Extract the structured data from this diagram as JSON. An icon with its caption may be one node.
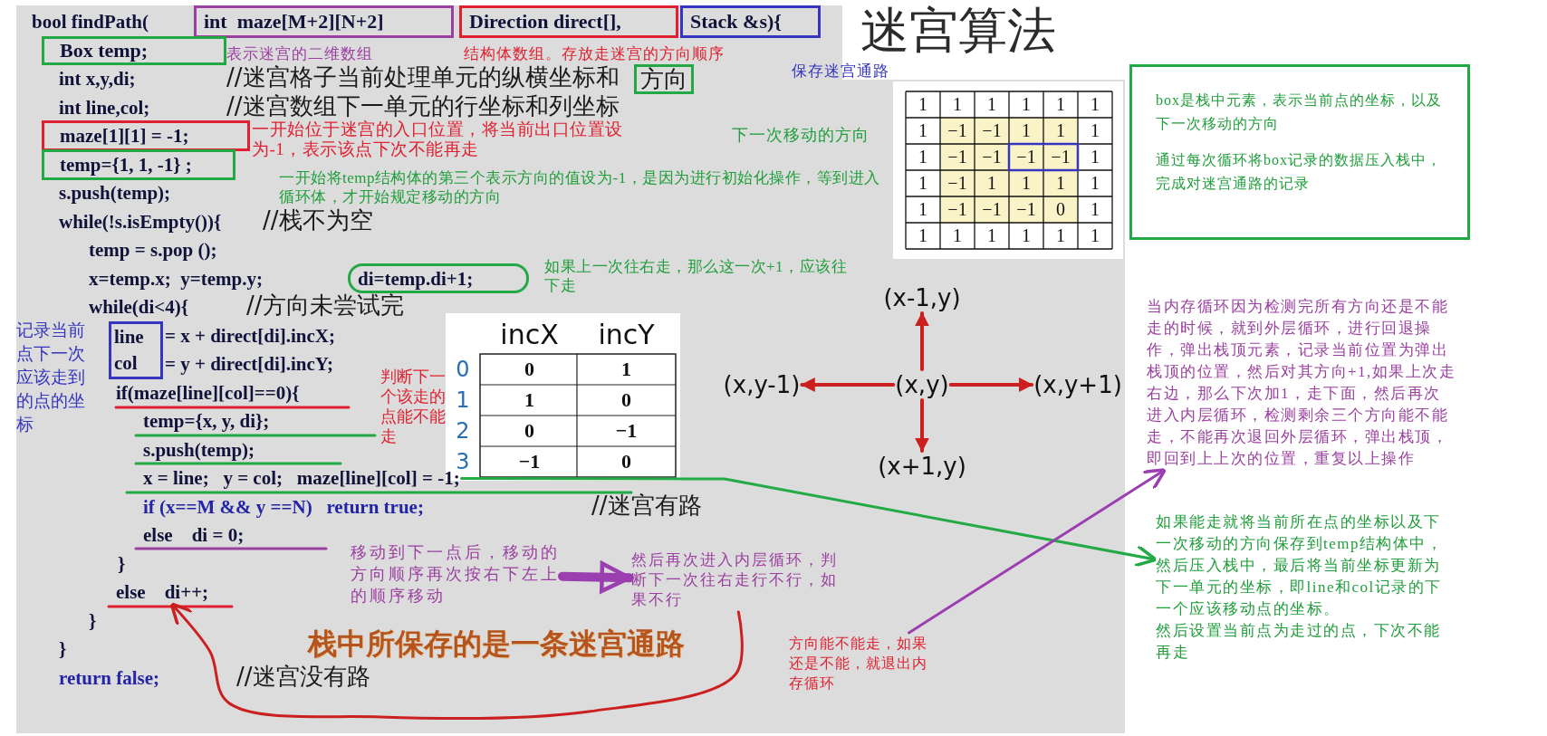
{
  "diagram": {
    "title": "迷宫算法",
    "nodes": [
      {
        "text": [
          "int  maze[M+2][N+2]"
        ]
      },
      {
        "text": [
          "Direction direct[],"
        ]
      },
      {
        "text": [
          "Stack &s){"
        ]
      },
      {
        "text": [
          "Box temp;"
        ]
      },
      {
        "text": [
          "方向"
        ]
      },
      {
        "text": [
          "maze[1][1] = -1;"
        ]
      },
      {
        "text": [
          "temp={1, 1, -1} ;"
        ]
      },
      {
        "text": [
          "di=temp.di+1;"
        ]
      },
      {
        "text": [
          "line",
          "col"
        ]
      },
      {
        "text": [
          "box是栈中元素，表示当前点的坐标，以及下一次移动的方向",
          "通过每次循环将box记录的数据压入栈中，完成对迷宫通路的记录"
        ]
      },
      {
        "text": [
          "x = line;   y = col;   maze[line][col] = -1;"
        ]
      },
      {
        "text": [
          "else    di++;"
        ]
      },
      {
        "text": [
          "移动到下一点后，移动的方向顺序再次按右下左上的顺序移动"
        ]
      },
      {
        "text": [
          "然后再次进入内层循环，判断下一次往右走行不行，如果不行"
        ]
      },
      {
        "text": [
          "方向能不能走，如果还是不能，就退出内存循环"
        ]
      },
      {
        "text": [
          "当内存循环因为检测完所有方向还是不能走的时候，就到外层循环，进行回退操作，弹出栈顶元素，记录当前位置为弹出栈顶的位置，然后对其方向+1,如果上次走右边，那么下次加1，走下面，然后再次进入内层循环，检测剩余三个方向能不能走，不能再次退回外层循环，弹出栈顶，即回到上上次的位置，重复以上操作"
        ]
      },
      {
        "text": [
          "如果能走就将当前所在点的坐标以及下一次移动的方向保存到temp结构体中，然后压入栈中，最后将当前坐标更新为下一单元的坐标，即line和col记录的下一个应该移动点的坐标。",
          "然后设置当前点为走过的点，下次不能再走"
        ]
      },
      {
        "text": [
          "(x,y)"
        ]
      },
      {
        "text": [
          "(x-1,y)"
        ]
      },
      {
        "text": [
          "(x,y-1)"
        ]
      },
      {
        "text": [
          "(x,y+1)"
        ]
      },
      {
        "text": [
          "(x+1,y)"
        ]
      }
    ],
    "edges": [
      {
        "from": 10,
        "to": 16,
        "arrow": "to",
        "color": "#22aa44"
      },
      {
        "from": 14,
        "to": 15,
        "arrow": "to",
        "color": "#9b3fb0"
      },
      {
        "from": 13,
        "to": 11,
        "arrow": "to"
      },
      {
        "from": 12,
        "to": 13,
        "arrow": "to",
        "style": "thick",
        "color": "#9b3fb0"
      },
      {
        "from": 17,
        "to": 18,
        "arrow": "to"
      },
      {
        "from": 17,
        "to": 19,
        "arrow": "to"
      },
      {
        "from": 17,
        "to": 20,
        "arrow": "to"
      },
      {
        "from": 17,
        "to": 21,
        "arrow": "to"
      }
    ],
    "labels": [
      "bool findPath(",
      "表示迷宫的二维数组",
      "结构体数组。存放走迷宫的方向顺序",
      "保存迷宫通路",
      "int x,y,di;",
      "//迷宫格子当前处理单元的纵横坐标和",
      "int line,col;",
      "//迷宫数组下一单元的行坐标和列坐标",
      "一开始位于迷宫的入口位置，将当前出口位置设为-1，表示该点下次不能再走",
      "下一次移动的方向",
      "一开始将temp结构体的第三个表示方向的值设为-1，是因为进行初始化操作，等到进入循环体，才开始规定移动的方向",
      "s.push(temp);",
      "while(!s.isEmpty()){",
      "//栈不为空",
      "temp = s.pop ();",
      "x=temp.x;  y=temp.y;",
      "如果上一次往右走，那么这一次+1，应该往下走",
      "while(di<4){",
      "//方向未尝试完",
      "记录当前点下一次应该走到的点的坐标",
      "= x + direct[di].incX;",
      "= y + direct[di].incY;",
      "if(maze[line][col]==0){",
      "判断下一个该走的点能不能走",
      "incX",
      "incY",
      "0",
      "0",
      "1",
      "1",
      "1",
      "0",
      "2",
      "0",
      "−1",
      "3",
      "−1",
      "0",
      "temp={x, y, di};",
      "s.push(temp);",
      "if (x==M && y ==N)   return true;",
      "//迷宫有路",
      "else    di = 0;",
      "}",
      "}",
      "}",
      "return false;",
      "//迷宫没有路",
      "栈中所保存的是一条迷宫通路",
      "1",
      "1",
      "1",
      "1",
      "1",
      "1",
      "1",
      "−1",
      "−1",
      "1",
      "1",
      "1",
      "1",
      "−1",
      "−1",
      "−1",
      "−1",
      "1",
      "1",
      "−1",
      "1",
      "1",
      "1",
      "1",
      "1",
      "−1",
      "−1",
      "−1",
      "0",
      "1",
      "1",
      "1",
      "1",
      "1",
      "1",
      "1"
    ]
  }
}
